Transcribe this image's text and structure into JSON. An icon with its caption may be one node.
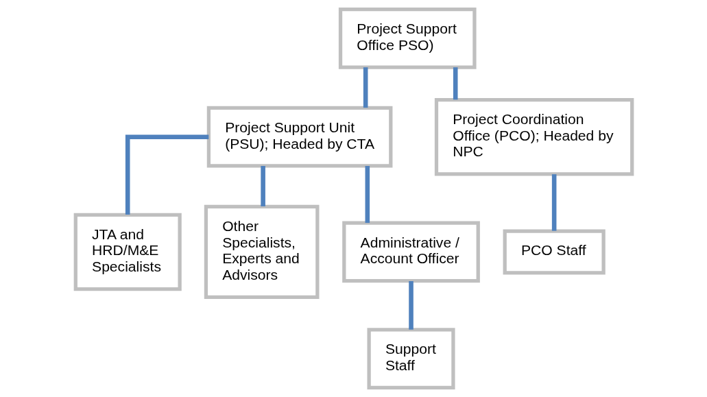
{
  "diagram": {
    "nodes": [
      {
        "text": [
          "Project Support Office PSO)"
        ]
      },
      {
        "text": [
          "Project Support Unit (PSU); Headed by CTA"
        ]
      },
      {
        "text": [
          "Project Coordination Office (PCO); Headed by NPC"
        ]
      },
      {
        "text": [
          "JTA and HRD/M&E Specialists"
        ]
      },
      {
        "text": [
          "Other Specialists, Experts and Advisors"
        ]
      },
      {
        "text": [
          "Administrative / Account Officer"
        ]
      },
      {
        "text": [
          "PCO Staff"
        ]
      },
      {
        "text": [
          "Support Staff"
        ]
      }
    ],
    "edges": [
      {
        "from": 0,
        "to": 1,
        "arrow": "none"
      },
      {
        "from": 0,
        "to": 2,
        "arrow": "none"
      },
      {
        "from": 1,
        "to": 3,
        "arrow": "none"
      },
      {
        "from": 1,
        "to": 4,
        "arrow": "none"
      },
      {
        "from": 1,
        "to": 5,
        "arrow": "none"
      },
      {
        "from": 2,
        "to": 6,
        "arrow": "none"
      },
      {
        "from": 5,
        "to": 7,
        "arrow": "none"
      }
    ]
  }
}
